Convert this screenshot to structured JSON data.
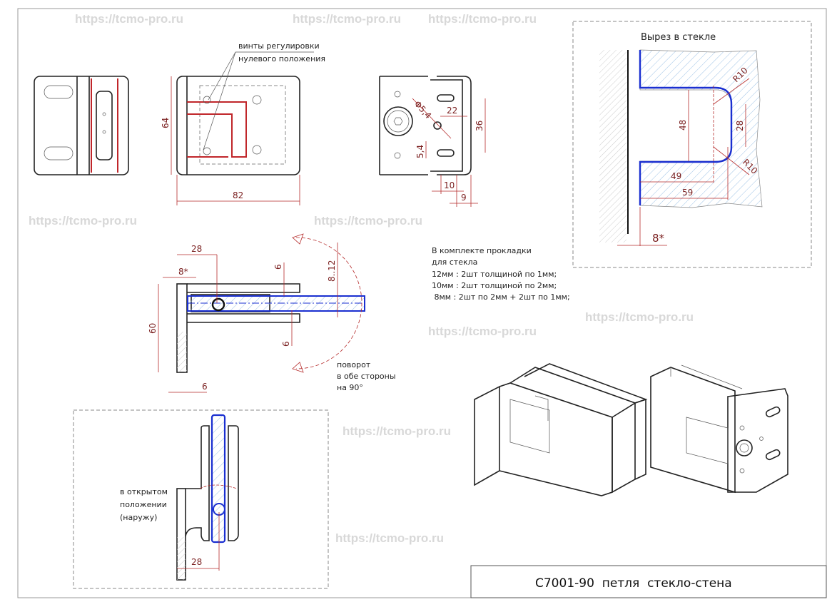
{
  "watermark": "https://tcmo-pro.ru",
  "title_block": {
    "text": "C7001-90  петля  стекло-стена"
  },
  "front_view": {
    "callout_line1": "винты регулировки",
    "callout_line2": "нулевого положения",
    "dim_height": "64",
    "dim_width": "82"
  },
  "end_view": {
    "dim_hole": "Φ5,4",
    "dim_22": "22",
    "dim_36": "36",
    "dim_54": "5,4",
    "dim_10": "10",
    "dim_9": "9"
  },
  "cutout_view": {
    "title": "Вырез в стекле",
    "r_top": "R10",
    "r_bottom": "R10",
    "dim_48": "48",
    "dim_28": "28",
    "dim_49": "49",
    "dim_59": "59",
    "dim_8": "8*"
  },
  "section_view": {
    "dim_28": "28",
    "dim_8": "8*",
    "dim_60": "60",
    "dim_6_top": "6",
    "dim_6_bottom": "6",
    "dim_6_base": "6",
    "dim_glass": "8..12",
    "rotation_line1": "поворот",
    "rotation_line2": "в обе стороны",
    "rotation_line3": "на 90°"
  },
  "kit_note": {
    "line1": "В комплекте прокладки",
    "line2": "для стекла",
    "line3": "12мм : 2шт толщиной по 1мм;",
    "line4": "10мм : 2шт толщиной по 2мм;",
    "line5": " 8мм : 2шт по 2мм + 2шт по 1мм;"
  },
  "open_view": {
    "label_line1": "в открытом",
    "label_line2": "положении",
    "label_line3": "(наружу)",
    "dim_28": "28"
  },
  "colors": {
    "glass": "#1a2fd0",
    "dimension": "#b52a2a",
    "hatch": "#9fc3e6"
  }
}
